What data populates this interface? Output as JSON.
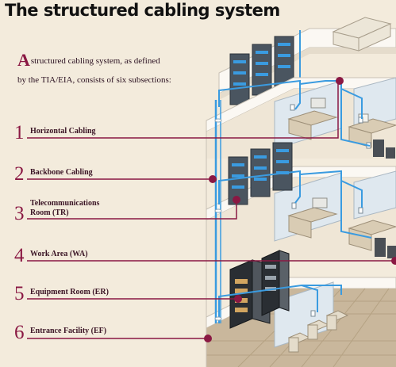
{
  "title": "The structured cabling system",
  "intro": {
    "dropcap": "A",
    "line1": "structured cabling system, as defined",
    "line2": "by the TIA/EIA, consists of six subsections:"
  },
  "subsystems": [
    {
      "number": "1",
      "label": "Horizontal Cabling"
    },
    {
      "number": "2",
      "label": "Backbone Cabling"
    },
    {
      "number": "3",
      "label_line1": "Telecommunications",
      "label_line2": "Room (TR)"
    },
    {
      "number": "4",
      "label": "Work Area (WA)"
    },
    {
      "number": "5",
      "label": "Equipment Room (ER)"
    },
    {
      "number": "6",
      "label": "Entrance Facility (EF)"
    }
  ],
  "colors": {
    "background": "#f3ebdc",
    "accent": "#8a1843",
    "cable": "#3a9be0",
    "floor": "#ffffff",
    "carpet": "#c9b79c"
  }
}
